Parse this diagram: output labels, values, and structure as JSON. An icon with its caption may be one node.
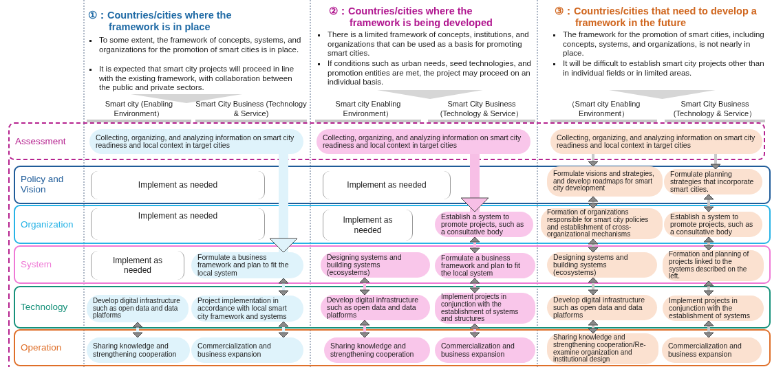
{
  "diagram": {
    "nodes": [
      {
        "text": [
          "Assessment"
        ]
      },
      {
        "text": [
          "Collecting, organizing, and analyzing information on smart city readiness and local context in target cities"
        ],
        "in": 0
      },
      {
        "text": [
          "Collecting, organizing, and analyzing information on smart city readiness and local context in target cities"
        ],
        "in": 0
      },
      {
        "text": [
          "Collecting, organizing, and analyzing information on smart city readiness and local context in target cities"
        ],
        "in": 0
      },
      {
        "text": [
          "Policy and Vision"
        ]
      },
      {
        "text": [
          "Implement as needed"
        ],
        "in": 4
      },
      {
        "text": [
          "Implement as needed"
        ],
        "in": 4
      },
      {
        "text": [
          "Formulate visions and strategies, and develop roadmaps for smart city development"
        ],
        "in": 4
      },
      {
        "text": [
          "Formulate planning strategies that incorporate smart cities."
        ],
        "in": 4
      },
      {
        "text": [
          "Organization"
        ]
      },
      {
        "text": [
          "Implement as needed"
        ],
        "in": 9
      },
      {
        "text": [
          "Implement as needed"
        ],
        "in": 9
      },
      {
        "text": [
          "Establish a system to promote projects, such as a consultative body"
        ],
        "in": 9
      },
      {
        "text": [
          "Formation of organizations responsible for smart city policies and establishment of cross-organizational mechanisms"
        ],
        "in": 9
      },
      {
        "text": [
          "Establish a system to promote projects, such as a consultative body"
        ],
        "in": 9
      },
      {
        "text": [
          "System"
        ]
      },
      {
        "text": [
          "Implement as needed"
        ],
        "in": 15
      },
      {
        "text": [
          "Formulate a business framework and plan to fit the local system"
        ],
        "in": 15
      },
      {
        "text": [
          "Designing systems and building systems (ecosystems)"
        ],
        "in": 15
      },
      {
        "text": [
          "Formulate a business framework and plan to fit the local system"
        ],
        "in": 15
      },
      {
        "text": [
          "Designing systems and building systems (ecosystems)"
        ],
        "in": 15
      },
      {
        "text": [
          "Formation and planning of projects linked to the systems described on the left."
        ],
        "in": 15
      },
      {
        "text": [
          "Technology"
        ]
      },
      {
        "text": [
          "Develop digital infrastructure such as open data and data platforms"
        ],
        "in": 22
      },
      {
        "text": [
          "Project implementation in accordance with local smart city framework and systems"
        ],
        "in": 22
      },
      {
        "text": [
          "Develop digital infrastructure such as open data and data platforms"
        ],
        "in": 22
      },
      {
        "text": [
          "Implement projects in conjunction with the establishment of systems and structures"
        ],
        "in": 22
      },
      {
        "text": [
          "Develop digital infrastructure such as open data and data platforms"
        ],
        "in": 22
      },
      {
        "text": [
          "Implement projects in conjunction with the establishment of systems"
        ],
        "in": 22
      },
      {
        "text": [
          "Operation"
        ]
      },
      {
        "text": [
          "Sharing knowledge and strengthening cooperation"
        ],
        "in": 29
      },
      {
        "text": [
          "Commercialization and business expansion"
        ],
        "in": 29
      },
      {
        "text": [
          "Sharing knowledge and strengthening cooperation"
        ],
        "in": 29
      },
      {
        "text": [
          "Commercialization and business expansion"
        ],
        "in": 29
      },
      {
        "text": [
          "Sharing knowledge and strengthening cooperation/Re-examine organization and institutional design"
        ],
        "in": 29
      },
      {
        "text": [
          "Commercialization and business expansion"
        ],
        "in": 29
      }
    ],
    "edges": [
      {
        "from": 1,
        "to": 17,
        "arrow": "to",
        "style": "thick",
        "color": "#dff3fb"
      },
      {
        "from": 2,
        "to": 12,
        "arrow": "to",
        "style": "thick",
        "color": "#f7bfe6"
      },
      {
        "from": 3,
        "to": 7,
        "arrow": "to"
      },
      {
        "from": 3,
        "to": 8,
        "arrow": "to"
      },
      {
        "from": 17,
        "to": 24,
        "arrow": "both",
        "color": "#dff3fb"
      },
      {
        "from": 23,
        "to": 30,
        "arrow": "both",
        "color": "#dff3fb"
      },
      {
        "from": 24,
        "to": 31,
        "arrow": "both",
        "color": "#dff3fb"
      },
      {
        "from": 12,
        "to": 19,
        "arrow": "both",
        "color": "#f7bfe6"
      },
      {
        "from": 18,
        "to": 25,
        "arrow": "both",
        "color": "#f7bfe6"
      },
      {
        "from": 19,
        "to": 26,
        "arrow": "both",
        "color": "#f7bfe6"
      },
      {
        "from": 25,
        "to": 32,
        "arrow": "both",
        "color": "#f7bfe6"
      },
      {
        "from": 26,
        "to": 33,
        "arrow": "both",
        "color": "#f7bfe6"
      },
      {
        "from": 7,
        "to": 13,
        "arrow": "both"
      },
      {
        "from": 8,
        "to": 14,
        "arrow": "both"
      },
      {
        "from": 13,
        "to": 20,
        "arrow": "both"
      },
      {
        "from": 14,
        "to": 21,
        "arrow": "both"
      },
      {
        "from": 20,
        "to": 27,
        "arrow": "both"
      },
      {
        "from": 21,
        "to": 28,
        "arrow": "both"
      },
      {
        "from": 27,
        "to": 34,
        "arrow": "both"
      },
      {
        "from": 28,
        "to": 35,
        "arrow": "both"
      }
    ],
    "labels": [
      "①：Countries/cities where the framework is in place",
      "To some extent, the framework of concepts, systems, and organizations for the promotion of smart cities is in place.",
      "It is expected that smart city projects will proceed in line with the existing framework, with collaboration between the public and private sectors.",
      "②：Countries/cities where the framework is being developed",
      "There is a limited framework of concepts, institutions, and organizations that can be used as a basis for promoting smart cities.",
      "If conditions such as urban needs, seed technologies, and promotion entities are met, the project may proceed on an individual basis.",
      "③：Countries/cities that need to develop a framework in the future",
      "The framework for the promotion of smart cities, including concepts, systems, and organizations, is not nearly in place.",
      "It will be difficult to establish smart city projects other than in individual fields or in limited areas.",
      "Smart city (Enabling Environment）",
      "Smart City Business (Technology & Service)",
      "Smart city Enabling Environment）",
      "Smart City Business (Technology & Service）",
      "（Smart city Enabling Environment）",
      "Smart City Business (Technology & Service）"
    ]
  }
}
